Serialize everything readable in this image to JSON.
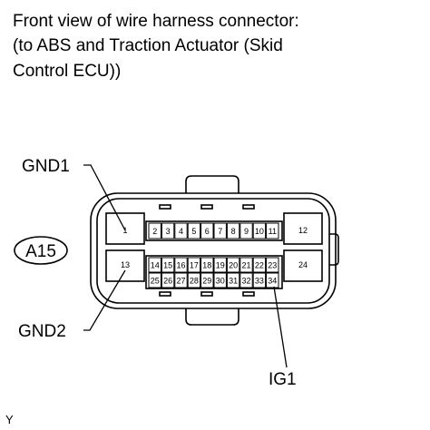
{
  "title": {
    "line1": "Front view of wire harness connector:",
    "line2": "(to ABS and Traction Actuator (Skid",
    "line3": "Control ECU))"
  },
  "connector_code": "A15",
  "callouts": {
    "gnd1": "GND1",
    "gnd2": "GND2",
    "ig1": "IG1"
  },
  "pins": {
    "p1": "1",
    "p12": "12",
    "p13": "13",
    "p24": "24",
    "top_row": [
      "2",
      "3",
      "4",
      "5",
      "6",
      "7",
      "8",
      "9",
      "10",
      "11"
    ],
    "middle_row": [
      "14",
      "15",
      "16",
      "17",
      "18",
      "19",
      "20",
      "21",
      "22",
      "23"
    ],
    "bottom_row": [
      "25",
      "26",
      "27",
      "28",
      "29",
      "30",
      "31",
      "32",
      "33",
      "34"
    ]
  },
  "footer_mark": "Y"
}
